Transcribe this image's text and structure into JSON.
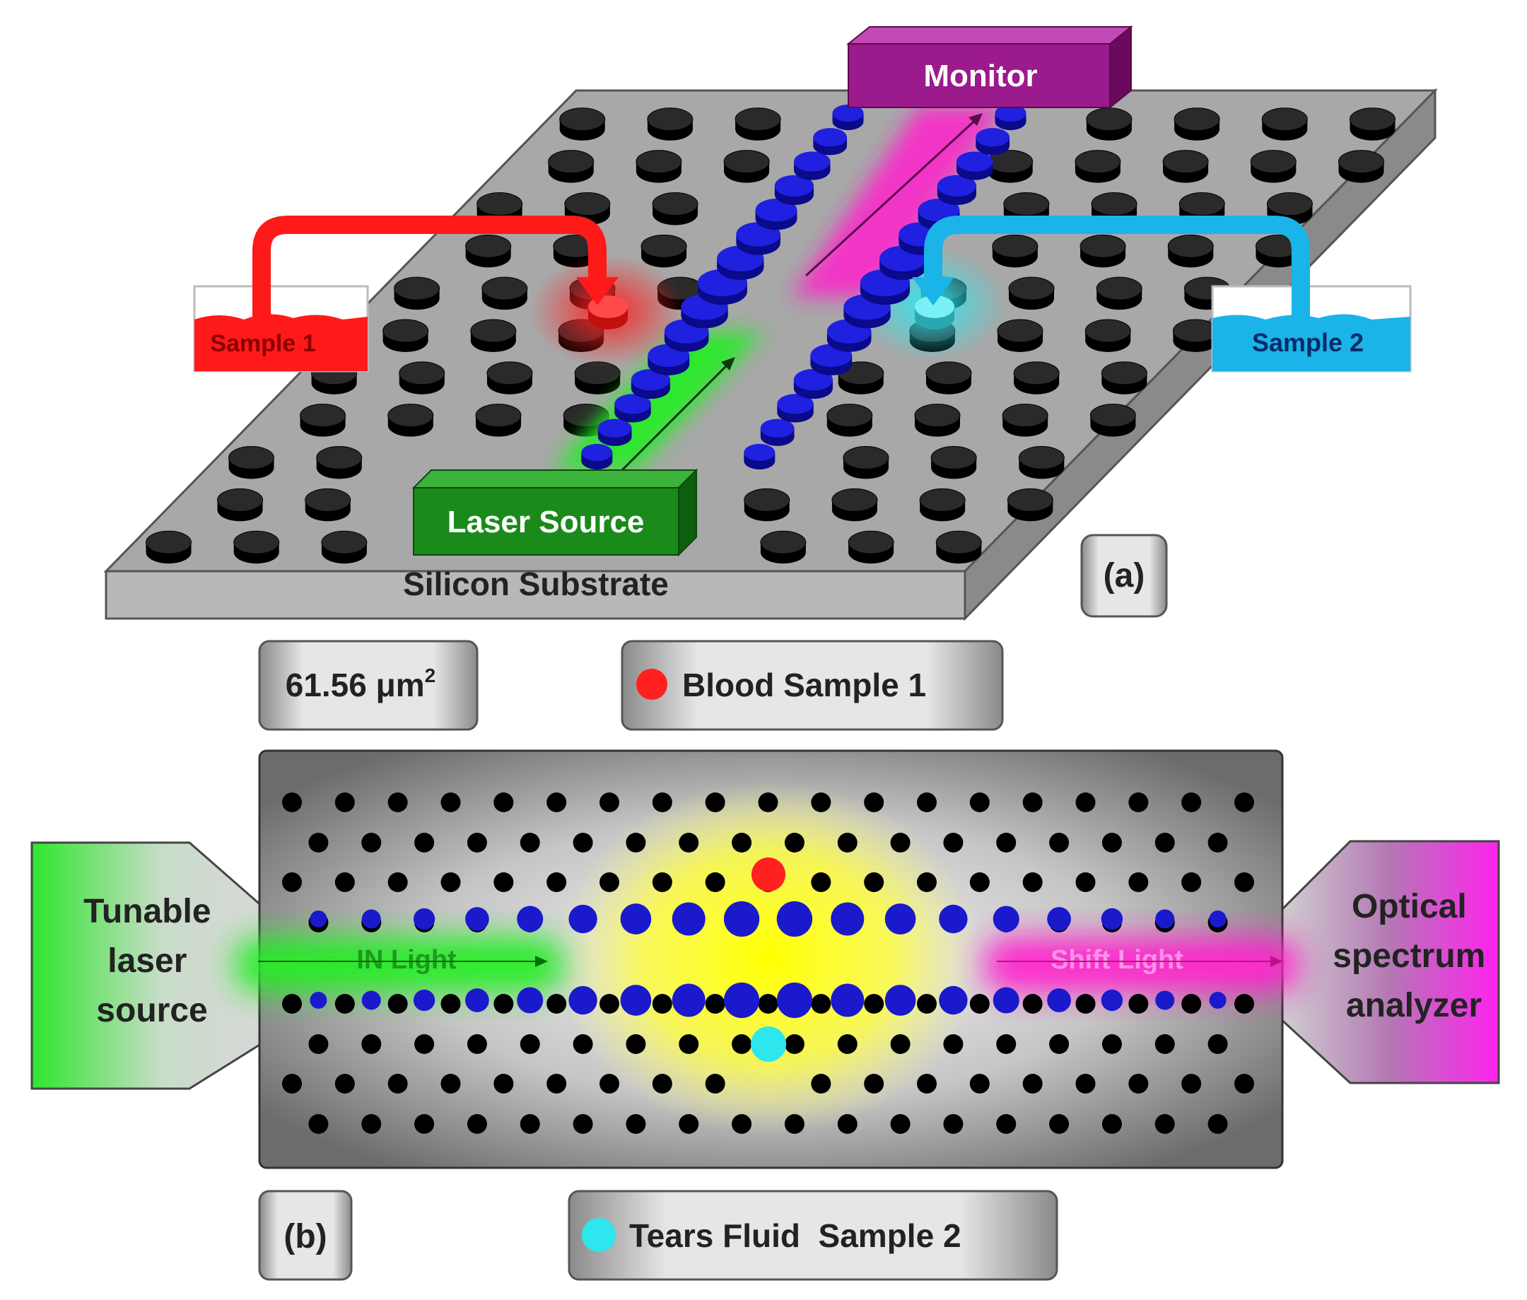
{
  "panel_a": {
    "panel_label": "(a)",
    "substrate_label": "Silicon Substrate",
    "source_label": "Laser Source",
    "monitor_label": "Monitor",
    "sample1_label": "Sample 1",
    "sample2_label": "Sample 2"
  },
  "area": {
    "value": "61.56 μm",
    "exponent": "2"
  },
  "legend": {
    "blood": "Blood Sample 1",
    "tears": "Tears Fluid  Sample 2"
  },
  "panel_b": {
    "panel_label": "(b)",
    "input_light": "IN Light",
    "output_light": "Shift Light",
    "laser_lines": [
      "Tunable",
      "laser",
      "source"
    ],
    "analyzer_lines": [
      "Optical",
      "spectrum",
      "analyzer"
    ]
  },
  "colors": {
    "sample1": "#ff1a1a",
    "sample2": "#1ab4e8",
    "laser": "#1a8a1a",
    "monitor": "#9b1a8c",
    "waveguide": "#1a1acc",
    "blood_marker": "#ff2020",
    "tears_marker": "#2ee6ee",
    "cavity_glow": "#ffff00",
    "input_glow": "#22ee22",
    "output_glow": "#ff22cc"
  }
}
